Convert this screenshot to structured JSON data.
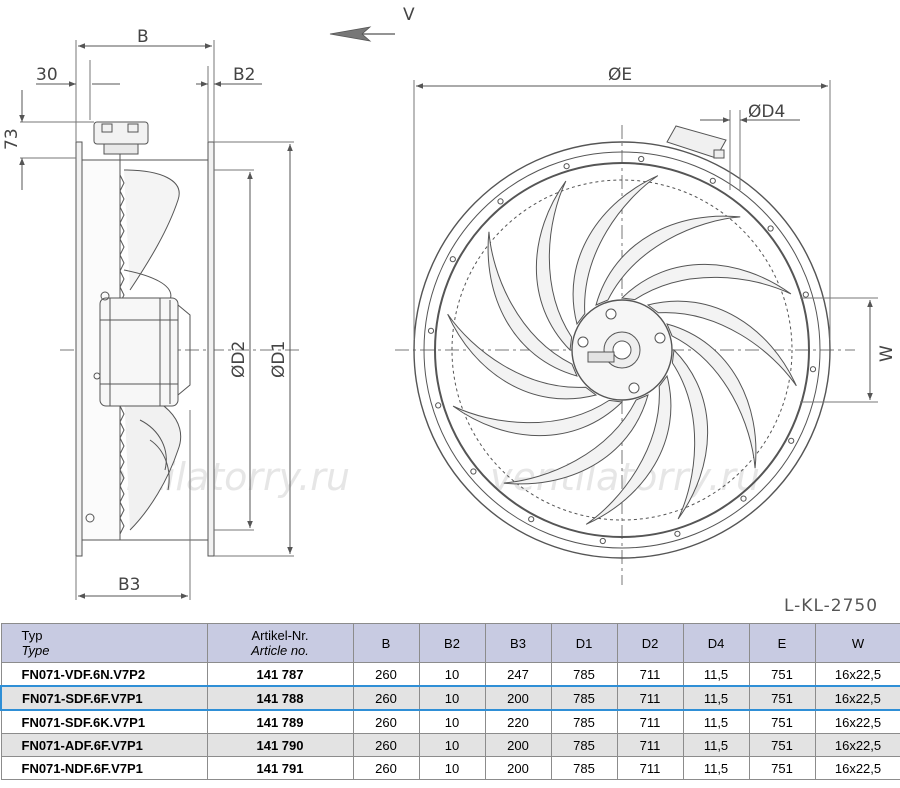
{
  "drawing": {
    "airflow_label": "V",
    "dims": {
      "B": "B",
      "d30": "30",
      "B2": "B2",
      "d73": "73",
      "D2": "ØD2",
      "D1": "ØD1",
      "B3": "B3",
      "E": "ØE",
      "D4": "ØD4",
      "W": "W"
    },
    "watermark": "ventilatorry.ru",
    "code": "L-KL-2750"
  },
  "table": {
    "header": {
      "typ_de": "Typ",
      "typ_en": "Type",
      "art_de": "Artikel-Nr.",
      "art_en": "Article no.",
      "cols": [
        "B",
        "B2",
        "B3",
        "D1",
        "D2",
        "D4",
        "E",
        "W"
      ]
    },
    "rows": [
      {
        "typ": "FN071-VDF.6N.V7P2",
        "art": "141 787",
        "vals": [
          "260",
          "10",
          "247",
          "785",
          "711",
          "11,5",
          "751",
          "16x22,5"
        ]
      },
      {
        "typ": "FN071-SDF.6F.V7P1",
        "art": "141 788",
        "vals": [
          "260",
          "10",
          "200",
          "785",
          "711",
          "11,5",
          "751",
          "16x22,5"
        ]
      },
      {
        "typ": "FN071-SDF.6K.V7P1",
        "art": "141 789",
        "vals": [
          "260",
          "10",
          "220",
          "785",
          "711",
          "11,5",
          "751",
          "16x22,5"
        ]
      },
      {
        "typ": "FN071-ADF.6F.V7P1",
        "art": "141 790",
        "vals": [
          "260",
          "10",
          "200",
          "785",
          "711",
          "11,5",
          "751",
          "16x22,5"
        ]
      },
      {
        "typ": "FN071-NDF.6F.V7P1",
        "art": "141 791",
        "vals": [
          "260",
          "10",
          "200",
          "785",
          "711",
          "11,5",
          "751",
          "16x22,5"
        ]
      }
    ],
    "selected_row": 1
  }
}
